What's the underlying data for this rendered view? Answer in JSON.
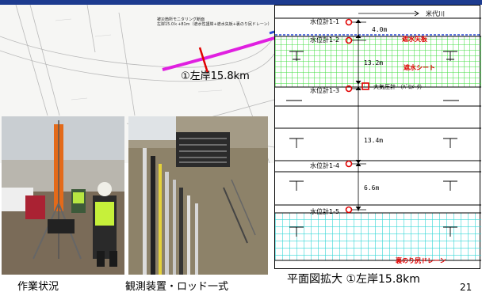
{
  "colors": {
    "header": "#1d3b8f",
    "magenta_line": "#e020e0",
    "red": "#e00000",
    "green_mesh": "#3ddc3d",
    "cyan_mesh": "#33d6d6",
    "blue_line": "#2a4bd6"
  },
  "plan_map": {
    "title_line1": "被災箇所モニタリング断面",
    "title_line2": "左岸15.0ｋ+81m（遮水性護岸+遮水矢板+裏のり尻ドレーン）",
    "location": "①左岸15.8km"
  },
  "photos": {
    "work_caption": "作業状況",
    "device_caption": "観測装置・ロッド一式"
  },
  "section": {
    "river": "米代川",
    "gauge_1": "水位計1-1",
    "gauge_2": "水位計1-2",
    "gauge_3": "水位計1-3",
    "gauge_4": "水位計1-4",
    "gauge_5": "水位計1-5",
    "dim_1": "4.0m",
    "dim_2": "13.2m",
    "dim_3": "13.4m",
    "dim_4": "6.6m",
    "sheet_pile": "遮水矢板",
    "sheet": "遮水シート",
    "baro_label": "大気圧計",
    "baro_sub": "（ﾊﾞﾛﾒｰﾀ）",
    "drain": "裏のり尻ドレーン"
  },
  "caption_plan": "平面図拡大 ①左岸15.8km",
  "page_number": "21"
}
